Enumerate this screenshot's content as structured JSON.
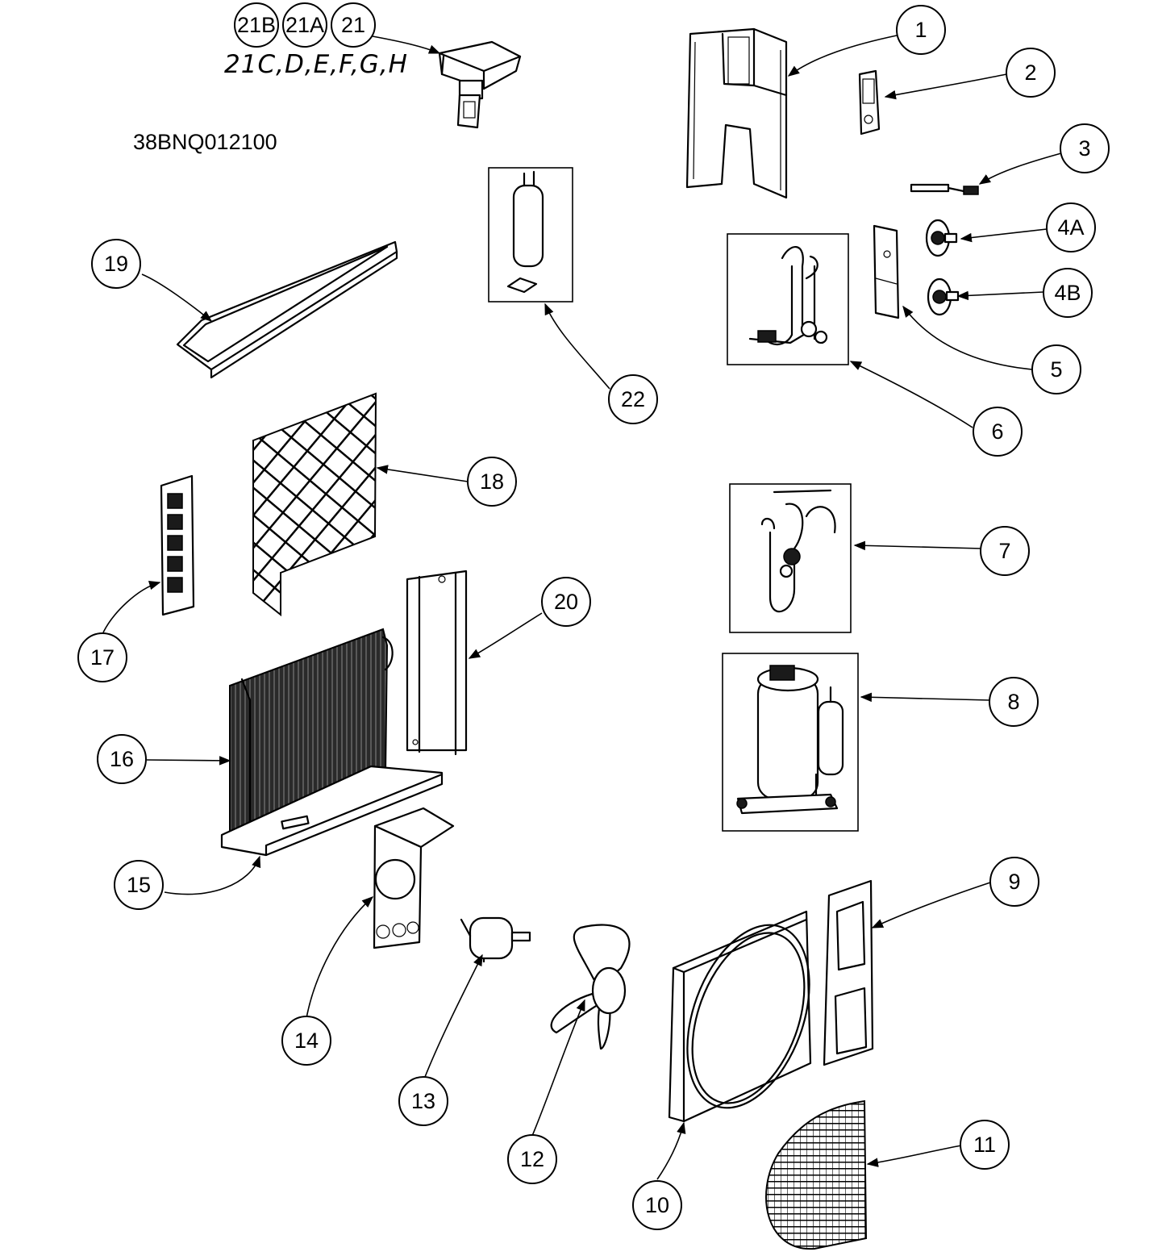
{
  "model_number": "38BNQ012100",
  "handwritten_note": "21C,D,E,F,G,H",
  "callouts": [
    {
      "id": "1",
      "label": "1"
    },
    {
      "id": "2",
      "label": "2"
    },
    {
      "id": "3",
      "label": "3"
    },
    {
      "id": "4A",
      "label": "4A"
    },
    {
      "id": "4B",
      "label": "4B"
    },
    {
      "id": "5",
      "label": "5"
    },
    {
      "id": "6",
      "label": "6"
    },
    {
      "id": "7",
      "label": "7"
    },
    {
      "id": "8",
      "label": "8"
    },
    {
      "id": "9",
      "label": "9"
    },
    {
      "id": "10",
      "label": "10"
    },
    {
      "id": "11",
      "label": "11"
    },
    {
      "id": "12",
      "label": "12"
    },
    {
      "id": "13",
      "label": "13"
    },
    {
      "id": "14",
      "label": "14"
    },
    {
      "id": "15",
      "label": "15"
    },
    {
      "id": "16",
      "label": "16"
    },
    {
      "id": "17",
      "label": "17"
    },
    {
      "id": "18",
      "label": "18"
    },
    {
      "id": "19",
      "label": "19"
    },
    {
      "id": "20",
      "label": "20"
    },
    {
      "id": "21",
      "label": "21"
    },
    {
      "id": "21A",
      "label": "21A"
    },
    {
      "id": "21B",
      "label": "21B"
    },
    {
      "id": "22",
      "label": "22"
    }
  ]
}
